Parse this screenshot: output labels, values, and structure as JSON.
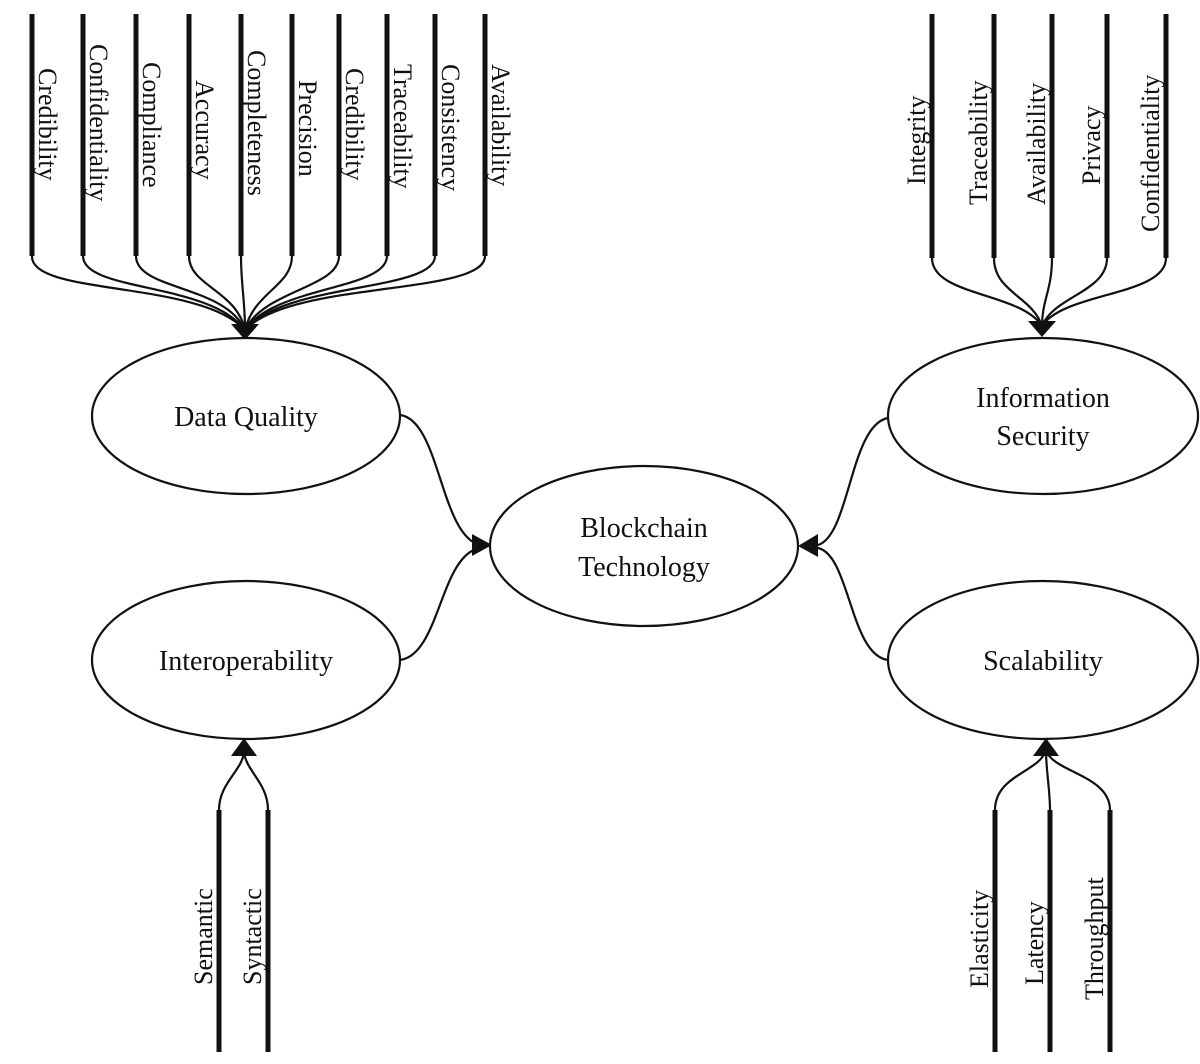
{
  "center": {
    "line1": "Blockchain",
    "line2": "Technology"
  },
  "data_quality": {
    "label": "Data Quality",
    "indicators": [
      "Credibility",
      "Confidentiality",
      "Compliance",
      "Accuracy",
      "Completeness",
      "Precision",
      "Credibility",
      "Traceability",
      "Consistency",
      "Availability"
    ]
  },
  "information_security": {
    "line1": "Information",
    "line2": "Security",
    "indicators": [
      "Integrity",
      "Traceability",
      "Availability",
      "Privacy",
      "Confidentiality"
    ]
  },
  "interoperability": {
    "label": "Interoperability",
    "indicators": [
      "Semantic",
      "Syntactic"
    ]
  },
  "scalability": {
    "label": "Scalability",
    "indicators": [
      "Elasticity",
      "Latency",
      "Throughput"
    ]
  }
}
